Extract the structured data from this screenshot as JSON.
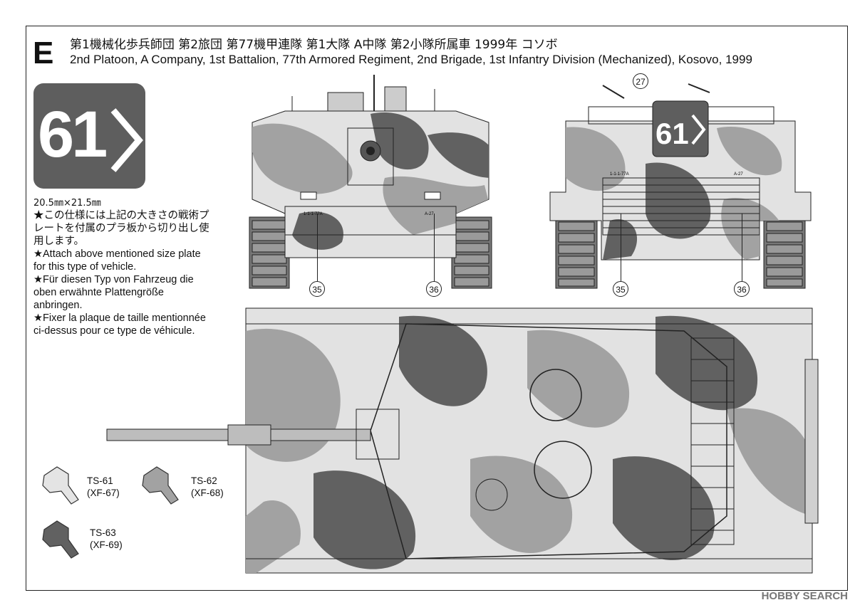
{
  "scheme": {
    "letter": "E",
    "title_jp": "第1機械化歩兵師団 第2旅団 第77機甲連隊 第1大隊 A中隊 第2小隊所属車 1999年 コソボ",
    "title_en": "2nd Platoon, A Company, 1st Battalion, 77th Armored Regiment, 2nd Brigade, 1st Infantry Division (Mechanized), Kosovo, 1999"
  },
  "plate": {
    "number": "61",
    "size": "20.5㎜×21.5㎜"
  },
  "notes": [
    "★この仕様には上記の大きさの戦術プレートを付属のプラ板から切り出し使用します。",
    "★Attach above mentioned size plate for this type of vehicle.",
    "★Für diesen Typ von Fahrzeug die oben erwähnte Plattengröße anbringen.",
    "★Fixer la plaque de taille mentionnée ci-dessus pour ce type de véhicule."
  ],
  "paints": [
    {
      "code": "TS-61",
      "alt": "(XF-67)",
      "color": "#e4e4e4"
    },
    {
      "code": "TS-62",
      "alt": "(XF-68)",
      "color": "#a2a2a2"
    },
    {
      "code": "TS-63",
      "alt": "(XF-69)",
      "color": "#616161"
    }
  ],
  "callouts": {
    "front_left": "35",
    "front_right": "36",
    "rear_top": "27",
    "rear_left": "35",
    "rear_right": "36"
  },
  "markings": {
    "bumper_left": "1-1-1-77A",
    "bumper_right": "A-27",
    "rear_plate": "61"
  },
  "watermark": "HOBBY SEARCH"
}
